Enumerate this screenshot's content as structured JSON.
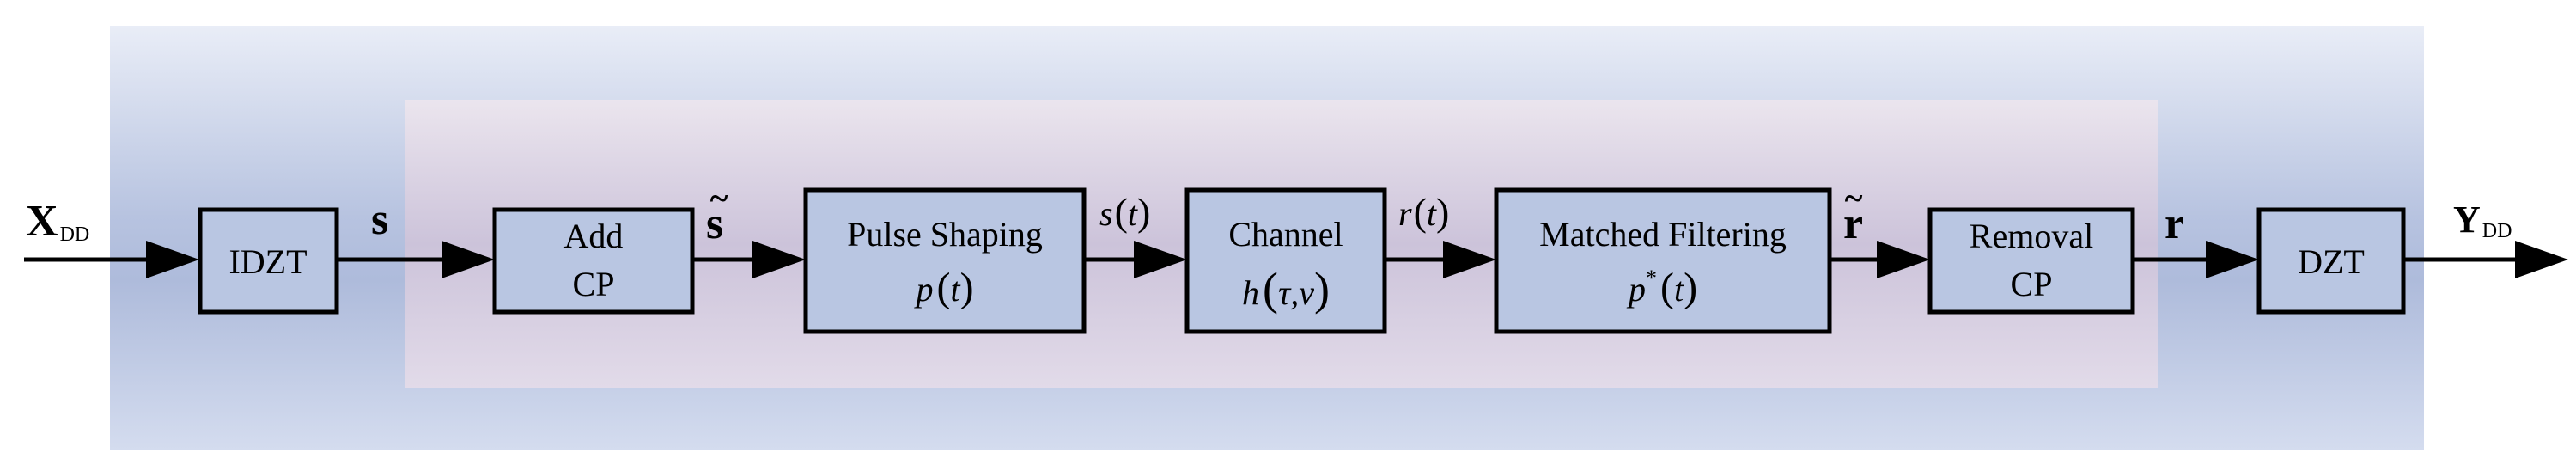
{
  "blocks": {
    "idzt": "IDZT",
    "add_cp": [
      "Add",
      "CP"
    ],
    "pulse_shaping": "Pulse Shaping",
    "pulse_func": "p",
    "channel": "Channel",
    "channel_func": "h",
    "channel_args": "τ,ν",
    "matched_filtering": "Matched Filtering",
    "matched_func": "p",
    "matched_sup": "*",
    "removal_cp": [
      "Removal",
      "CP"
    ],
    "dzt": "DZT"
  },
  "signals": {
    "input_main": "X",
    "input_sub": "DD",
    "s_vec": "s",
    "s_tilde": "s",
    "s_t_func": "s",
    "r_t_func": "r",
    "t_var": "t",
    "r_tilde": "r",
    "r_vec": "r",
    "output_main": "Y",
    "output_sub": "DD"
  },
  "colors": {
    "outer_panel": "#b3bfdf",
    "inner_panel": "#ddd5e6",
    "block_fill": "#b9c6e2"
  }
}
